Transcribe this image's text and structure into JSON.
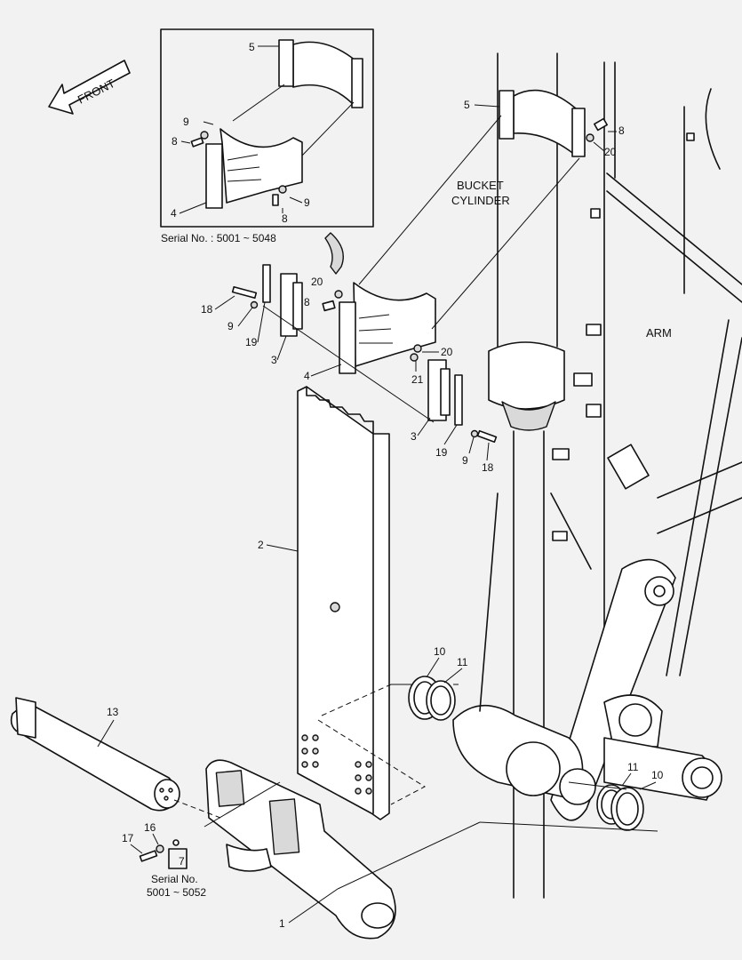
{
  "labels": {
    "front": "FRONT",
    "bucket_cylinder_line1": "BUCKET",
    "bucket_cylinder_line2": "CYLINDER",
    "arm": "ARM",
    "inset_serial": "Serial No. : 5001 ~ 5048",
    "serial_line1": "Serial No.",
    "serial_line2": "5001 ~ 5052"
  },
  "part_numbers": [
    {
      "id": "inset-5",
      "text": "5"
    },
    {
      "id": "inset-9a",
      "text": "9"
    },
    {
      "id": "inset-8a",
      "text": "8"
    },
    {
      "id": "inset-4",
      "text": "4"
    },
    {
      "id": "inset-9b",
      "text": "9"
    },
    {
      "id": "inset-8b",
      "text": "8"
    },
    {
      "id": "main-5",
      "text": "5"
    },
    {
      "id": "main-8-top",
      "text": "8"
    },
    {
      "id": "main-20-top",
      "text": "20"
    },
    {
      "id": "main-20-left",
      "text": "20"
    },
    {
      "id": "main-8-left",
      "text": "8"
    },
    {
      "id": "main-18-left",
      "text": "18"
    },
    {
      "id": "main-9-left",
      "text": "9"
    },
    {
      "id": "main-19-left",
      "text": "19"
    },
    {
      "id": "main-3-left",
      "text": "3"
    },
    {
      "id": "main-4",
      "text": "4"
    },
    {
      "id": "main-20-right",
      "text": "20"
    },
    {
      "id": "main-21",
      "text": "21"
    },
    {
      "id": "main-3-right",
      "text": "3"
    },
    {
      "id": "main-19-right",
      "text": "19"
    },
    {
      "id": "main-9-right",
      "text": "9"
    },
    {
      "id": "main-18-right",
      "text": "18"
    },
    {
      "id": "main-2",
      "text": "2"
    },
    {
      "id": "main-10-left",
      "text": "10"
    },
    {
      "id": "main-11-left",
      "text": "11"
    },
    {
      "id": "main-13",
      "text": "13"
    },
    {
      "id": "main-17",
      "text": "17"
    },
    {
      "id": "main-16",
      "text": "16"
    },
    {
      "id": "main-7",
      "text": "7"
    },
    {
      "id": "main-11-right",
      "text": "11"
    },
    {
      "id": "main-10-right",
      "text": "10"
    },
    {
      "id": "main-1",
      "text": "1"
    }
  ]
}
